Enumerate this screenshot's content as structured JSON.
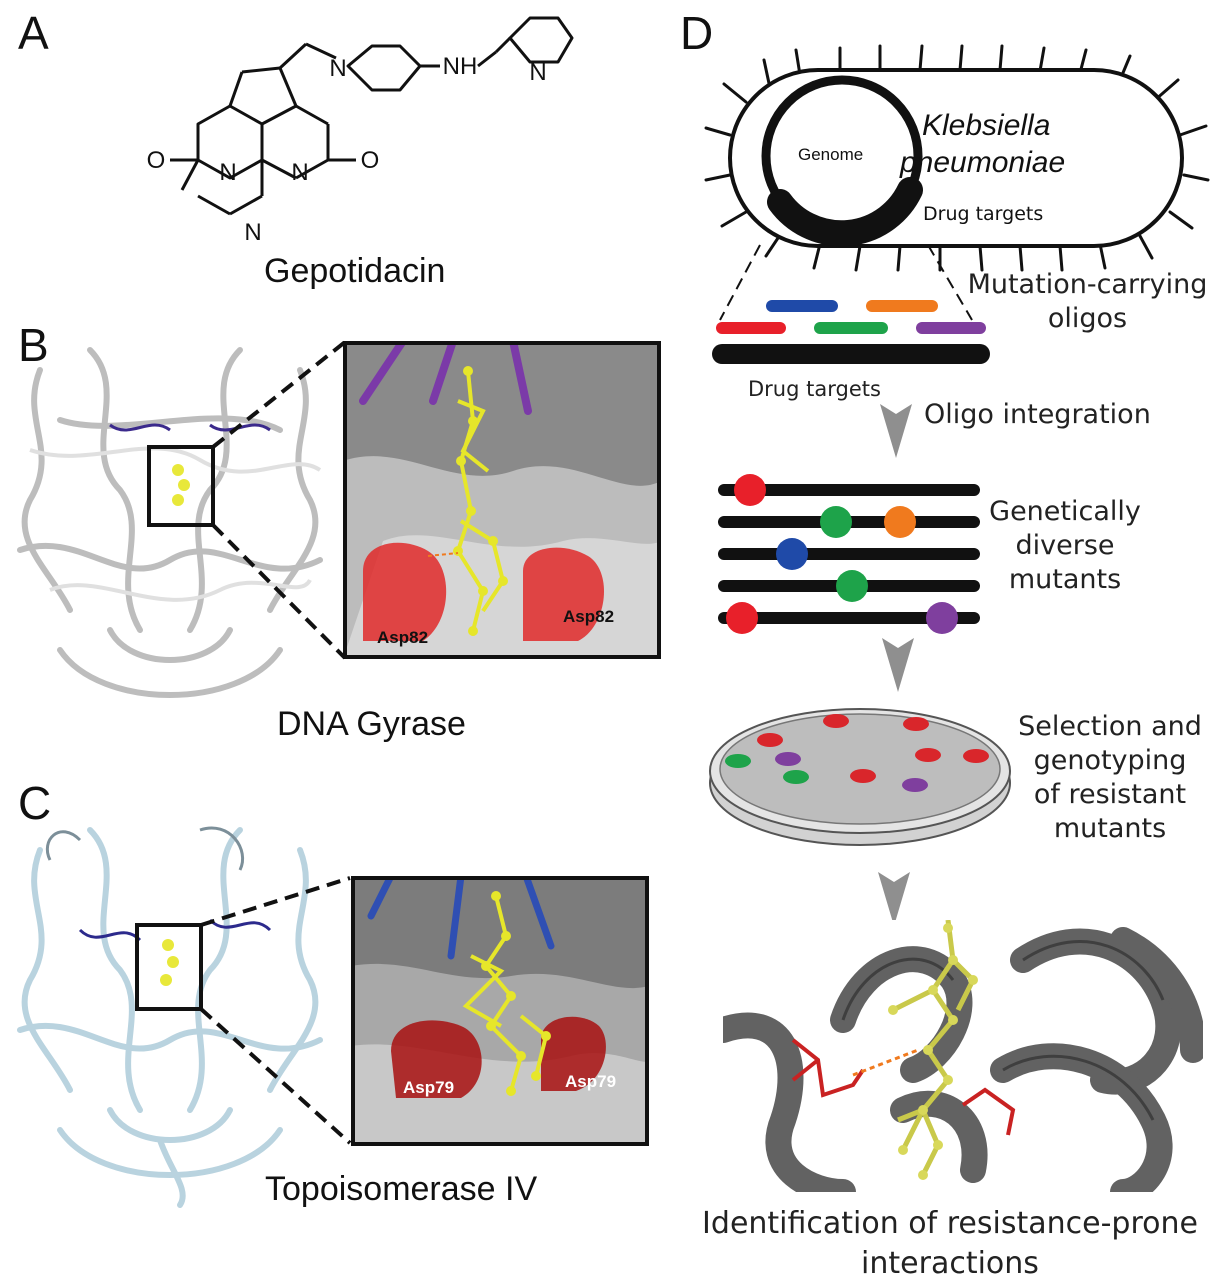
{
  "panels": {
    "a": "A",
    "b": "B",
    "c": "C",
    "d": "D"
  },
  "molecule": {
    "name": "Gepotidacin",
    "atom_N": "N",
    "atom_O": "O",
    "atom_NH": "NH"
  },
  "gyrase": {
    "label": "DNA Gyrase",
    "residue_left": "Asp82",
    "residue_right": "Asp82"
  },
  "topo": {
    "label": "Topoisomerase IV",
    "residue_left": "Asp79",
    "residue_right": "Asp79"
  },
  "workflow": {
    "organism_line1": "Klebsiella",
    "organism_line2": "pneumoniae",
    "genome": "Genome",
    "cell_targets": "Drug targets",
    "oligos_line1": "Mutation-carrying",
    "oligos_line2": "oligos",
    "strand_targets": "Drug targets",
    "integration": "Oligo integration",
    "mutants_line1": "Genetically",
    "mutants_line2": "diverse",
    "mutants_line3": "mutants",
    "selection_line1": "Selection and",
    "selection_line2": "genotyping",
    "selection_line3": "of resistant",
    "selection_line4": "mutants",
    "ident_line1": "Identification of resistance-prone",
    "ident_line2": "interactions"
  },
  "colors": {
    "red": "#e8202a",
    "blue": "#1f4aa8",
    "green": "#1ea34a",
    "orange": "#f07a1e",
    "purple": "#7f3f9e",
    "ligand": "#e6e62a"
  }
}
